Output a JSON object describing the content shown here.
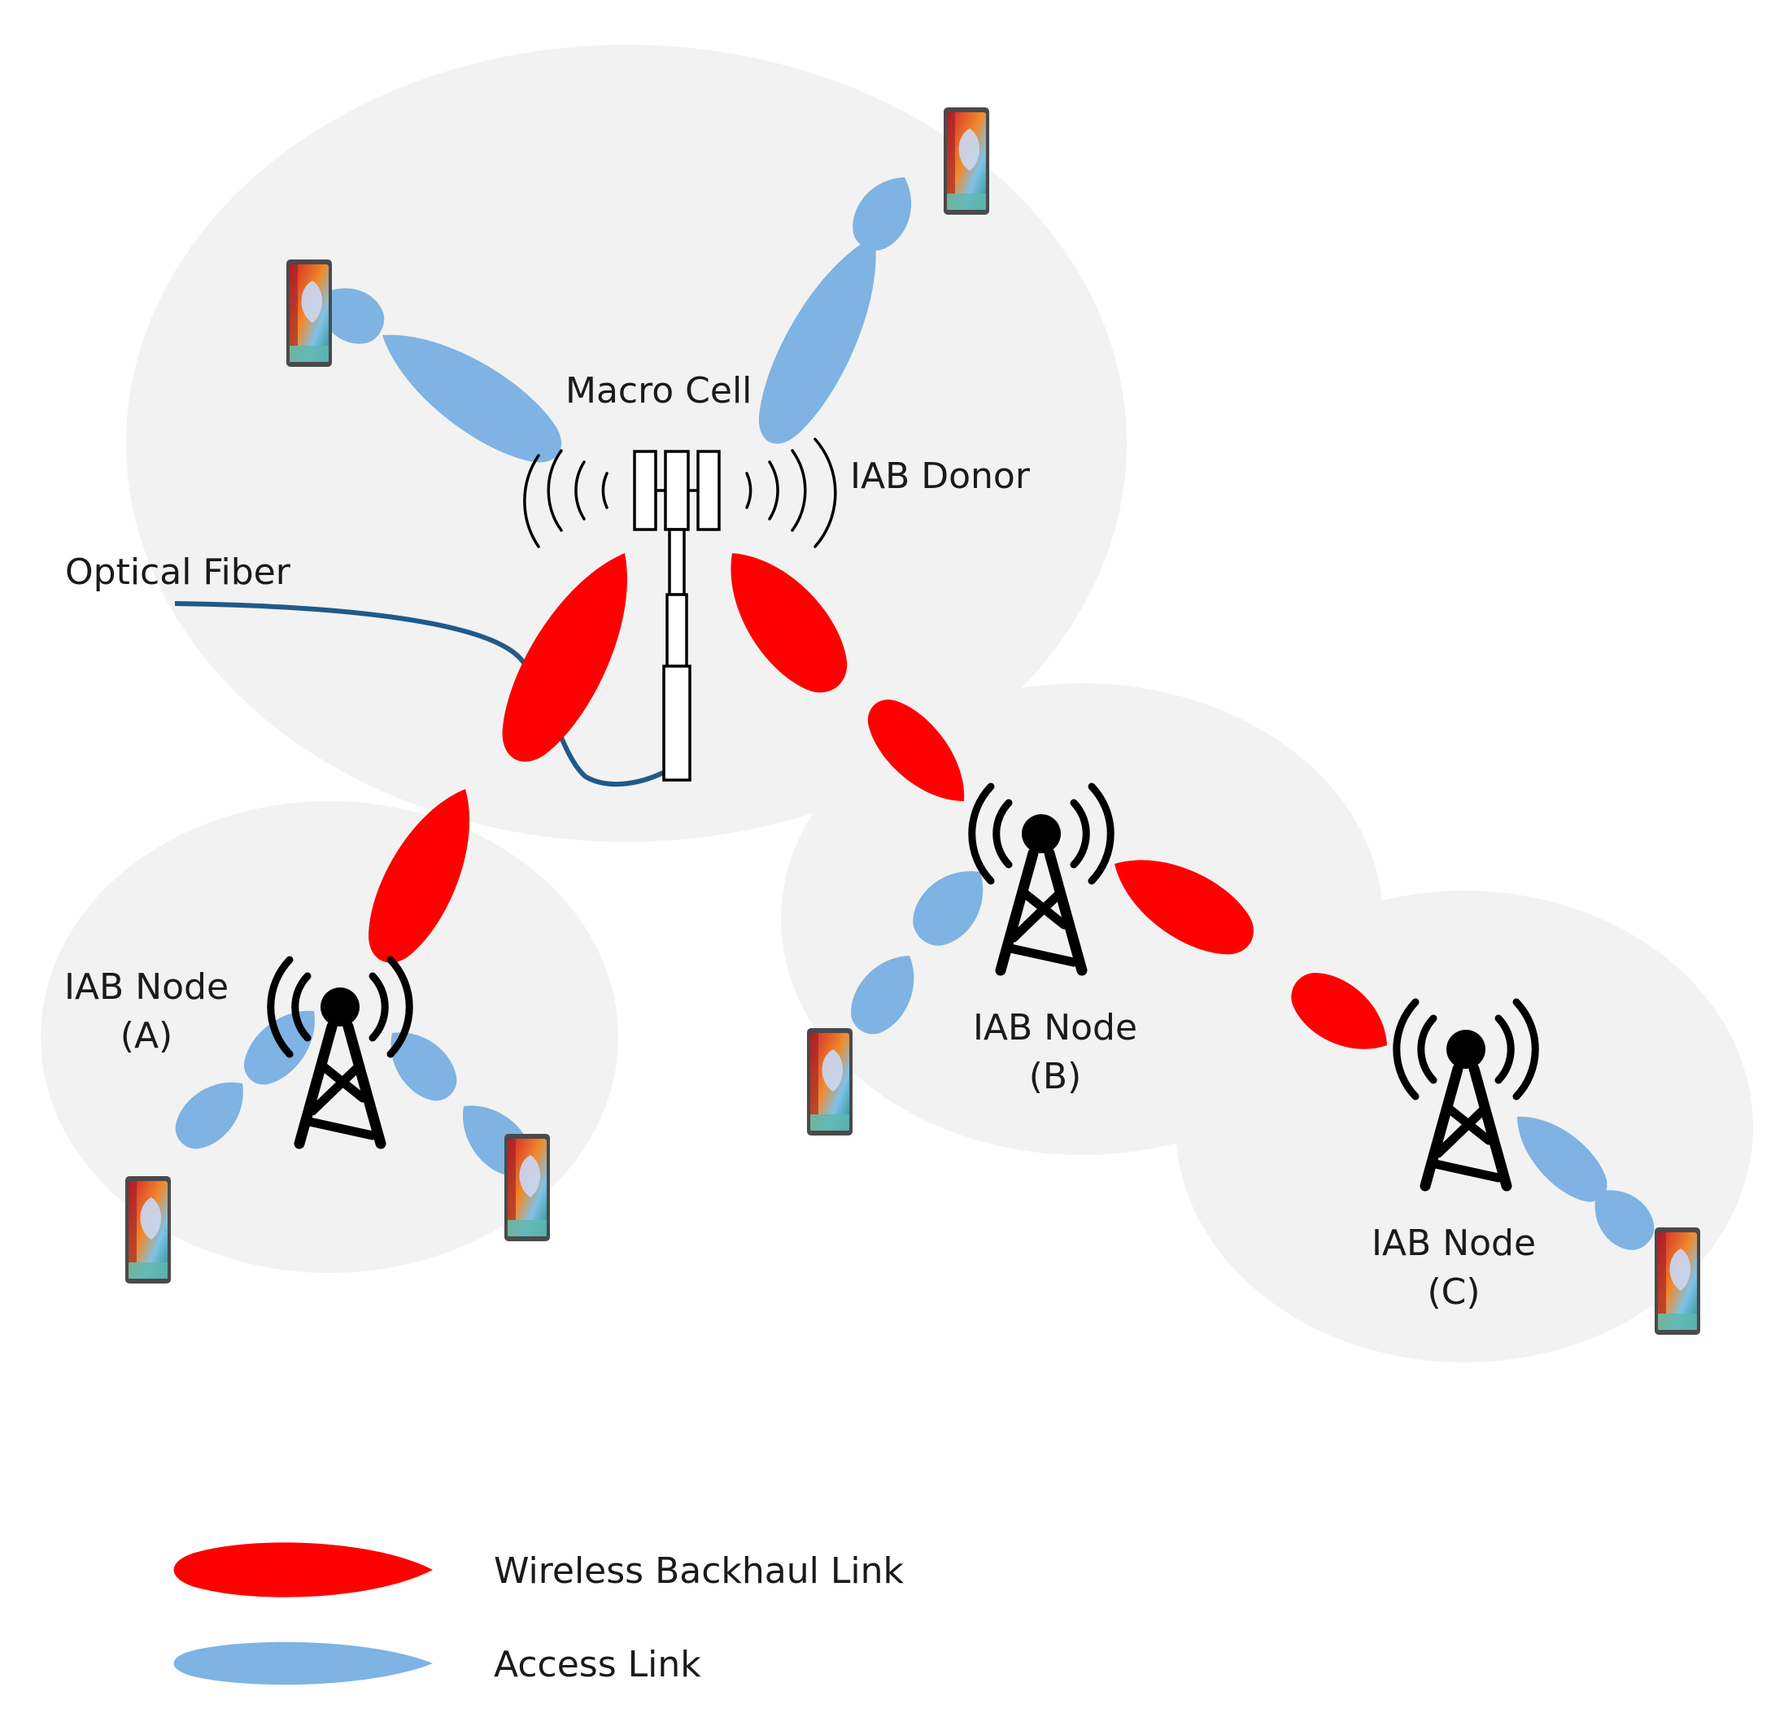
{
  "labels": {
    "macro_cell": "Macro Cell",
    "iab_donor": "IAB Donor",
    "optical_fiber": "Optical Fiber",
    "node_a_line1": "IAB Node",
    "node_a_line2": "(A)",
    "node_b_line1": "IAB Node",
    "node_b_line2": "(B)",
    "node_c_line1": "IAB Node",
    "node_c_line2": "(C)"
  },
  "legend": {
    "backhaul": "Wireless Backhaul Link",
    "access": "Access Link"
  },
  "colors": {
    "backhaul": "#ff0000",
    "access": "#7eb3e3",
    "coverage": "#f2f2f2",
    "fiber": "#1f5a8a",
    "tower": "#000000"
  }
}
